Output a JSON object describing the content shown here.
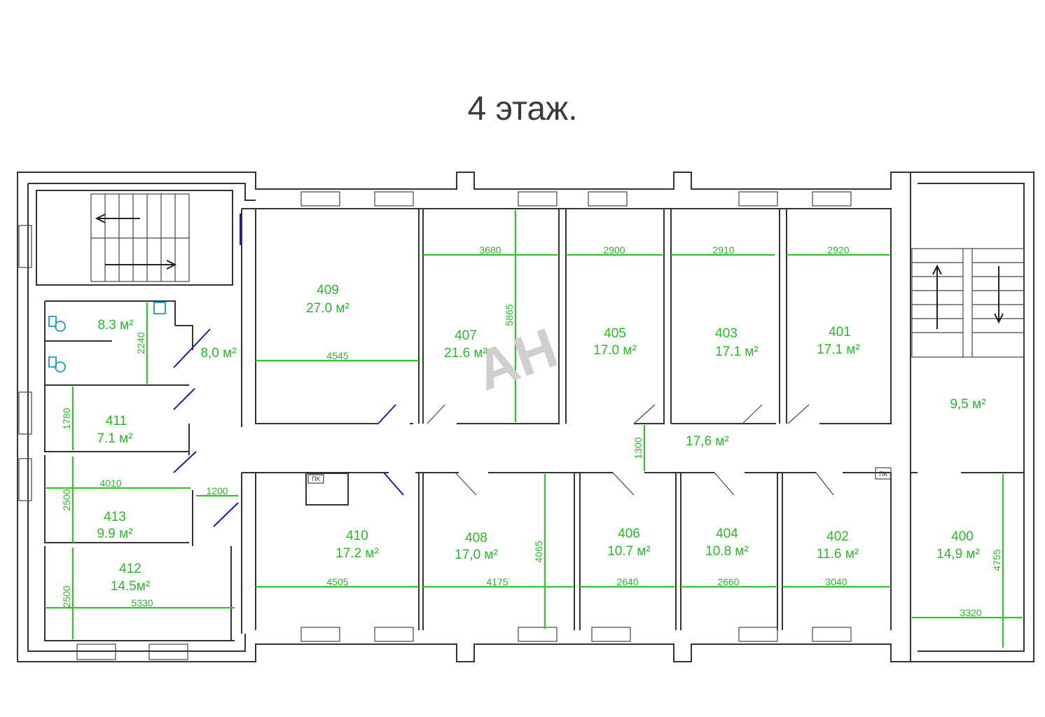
{
  "title": "4 этаж.",
  "watermark": "AH",
  "rooms": [
    {
      "number": "409",
      "area": "27.0 м²"
    },
    {
      "number": "407",
      "area": "21.6 м²"
    },
    {
      "number": "405",
      "area": "17.0 м²"
    },
    {
      "number": "403",
      "area": "17.1 м²"
    },
    {
      "number": "401",
      "area": "17.1 м²"
    },
    {
      "number": "411",
      "area": "7.1 м²"
    },
    {
      "number": "413",
      "area": "9.9 м²"
    },
    {
      "number": "412",
      "area": "14.5м²"
    },
    {
      "number": "410",
      "area": "17.2 м²"
    },
    {
      "number": "408",
      "area": "17,0 м²"
    },
    {
      "number": "406",
      "area": "10.7 м²"
    },
    {
      "number": "404",
      "area": "10.8 м²"
    },
    {
      "number": "402",
      "area": "11.6 м²"
    },
    {
      "number": "400",
      "area": "14,9 м²"
    }
  ],
  "unnumbered_areas": [
    "8.3 м²",
    "8,0 м²",
    "17,6 м²",
    "9,5 м²"
  ],
  "dimensions": [
    "3680",
    "2900",
    "2910",
    "2920",
    "5865",
    "4545",
    "2240",
    "1780",
    "4010",
    "2500",
    "1200",
    "2500",
    "5330",
    "1300",
    "4065",
    "4505",
    "4175",
    "2640",
    "2660",
    "3040",
    "4755",
    "3320"
  ],
  "hydrant_labels": [
    "ПК",
    "ПК"
  ],
  "colors": {
    "dimension": "#2fc52f",
    "wall": "#333333",
    "door": "#1c1ca8"
  }
}
